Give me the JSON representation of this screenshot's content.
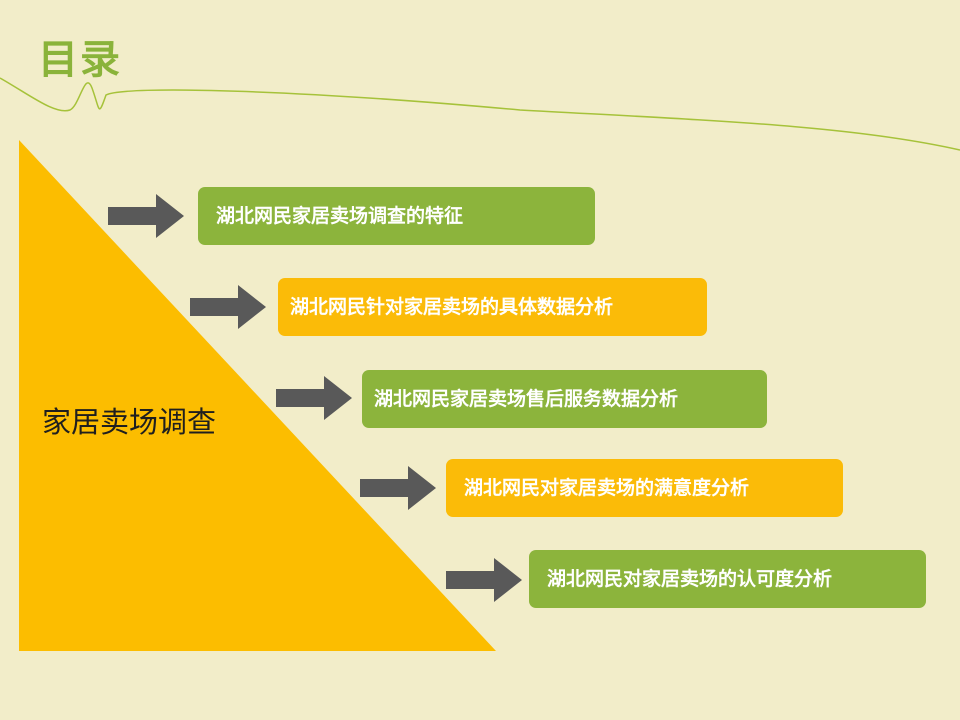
{
  "slide": {
    "title": "目录",
    "subject": "家居卖场调查",
    "items": [
      {
        "label": "湖北网民家居卖场调查的特征",
        "color": "#8cb43c"
      },
      {
        "label": "湖北网民针对家居卖场的具体数据分析",
        "color": "#fbbb08"
      },
      {
        "label": "湖北网民家居卖场售后服务数据分析",
        "color": "#8cb43c"
      },
      {
        "label": "湖北网民对家居卖场的满意度分析",
        "color": "#fbbb08"
      },
      {
        "label": "湖北网民对家居卖场的认可度分析",
        "color": "#8cb43c"
      }
    ],
    "colors": {
      "background": "#f2edc9",
      "triangle": "#fcbd00",
      "arrow": "#595959",
      "title": "#8ab33a",
      "wave": "#a6c23a"
    }
  }
}
